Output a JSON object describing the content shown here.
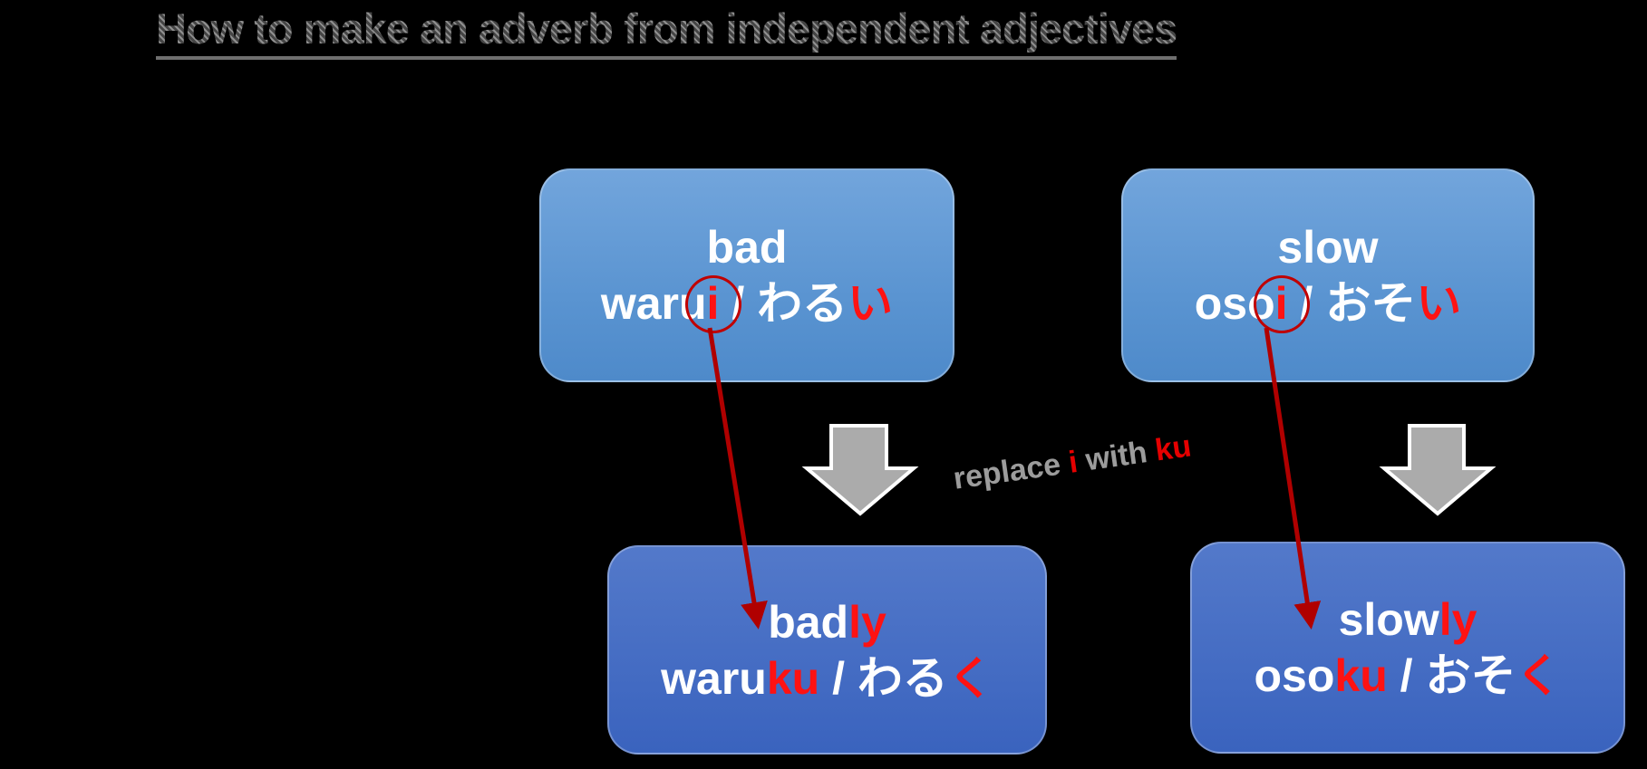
{
  "title": {
    "text": "How to make an adverb from independent adjectives"
  },
  "instruction": {
    "part1": "replace ",
    "highlight1": "i",
    "part2": " with ",
    "highlight2": "ku"
  },
  "adjectives": {
    "bad": {
      "english": "bad",
      "romaji_stem": "waru",
      "romaji_ending": "i",
      "separator": " / ",
      "kana_stem": "わる",
      "kana_ending": "い"
    },
    "slow": {
      "english": "slow",
      "romaji_stem": "oso",
      "romaji_ending": "i",
      "separator": " / ",
      "kana_stem": "おそ",
      "kana_ending": "い"
    }
  },
  "adverbs": {
    "badly": {
      "english_stem": "bad",
      "english_suffix": "ly",
      "romaji_stem": "waru",
      "romaji_suffix": "ku",
      "separator": " / ",
      "kana_stem": "わる",
      "kana_ending": "く"
    },
    "slowly": {
      "english_stem": "slow",
      "english_suffix": "ly",
      "romaji_stem": "oso",
      "romaji_suffix": "ku",
      "separator": " / ",
      "kana_stem": "おそ",
      "kana_ending": "く"
    }
  },
  "icons": {
    "down_arrow": "block-arrow-down",
    "circle_annotation": "ellipse-outline",
    "replace_arrow": "diagonal-arrow-down"
  },
  "colors": {
    "background": "#000000",
    "title_gray": "#7a7a7a",
    "adjective_box_top": "#72a5dc",
    "adjective_box_bottom": "#4e8aca",
    "adverb_box_top": "#5379ca",
    "adverb_box_bottom": "#3a63be",
    "text_white": "#ffffff",
    "highlight_red": "#ff1212",
    "annotation_red": "#c00000",
    "arrow_gray": "#ababab",
    "instruction_gray": "#9c9c9c"
  }
}
